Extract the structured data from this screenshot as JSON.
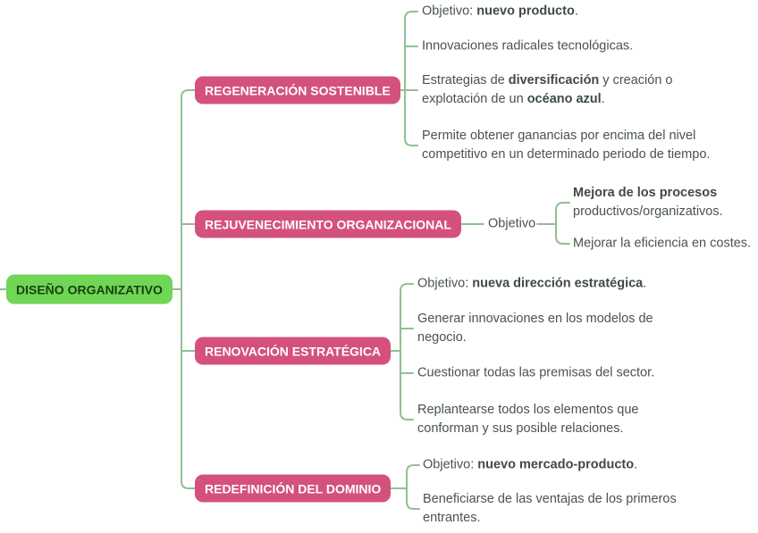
{
  "root": {
    "label": "DISEÑO ORGANIZATIVO"
  },
  "branches": [
    {
      "label": "REGENERACIÓN SOSTENIBLE",
      "leaves": [
        {
          "pre": "Objetivo: ",
          "bold": "nuevo producto",
          "post": "."
        },
        {
          "pre": "Innovaciones radicales tecnológicas."
        },
        {
          "pre": "Estrategias de ",
          "bold": "diversificación",
          "mid": " y creación o explotación de un ",
          "bold2": "océano azul",
          "post": "."
        },
        {
          "pre": "Permite obtener ganancias por encima del nivel competitivo en un determinado periodo de tiempo."
        }
      ]
    },
    {
      "label": "REJUVENECIMIENTO ORGANIZACIONAL",
      "subnode": "Objetivo",
      "leaves": [
        {
          "bold": "Mejora de los procesos",
          "post": " productivos/organizativos."
        },
        {
          "pre": "Mejorar la eficiencia en costes."
        }
      ]
    },
    {
      "label": "RENOVACIÓN ESTRATÉGICA",
      "leaves": [
        {
          "pre": "Objetivo: ",
          "bold": "nueva dirección estratégica",
          "post": "."
        },
        {
          "pre": "Generar innovaciones en los modelos de negocio."
        },
        {
          "pre": "Cuestionar todas las premisas del sector."
        },
        {
          "pre": "Replantearse todos los elementos que conforman y sus posible relaciones."
        }
      ]
    },
    {
      "label": "REDEFINICIÓN DEL DOMINIO",
      "leaves": [
        {
          "pre": "Objetivo: ",
          "bold": "nuevo mercado-producto",
          "post": "."
        },
        {
          "pre": "Beneficiarse de las ventajas de los primeros entrantes."
        }
      ]
    }
  ],
  "colors": {
    "root_fill": "#70d656",
    "root_text": "#17400e",
    "branch_fill": "#d4517e",
    "branch_text": "#ffffff",
    "connector": "#90c090",
    "leaf_text": "#48544b"
  }
}
